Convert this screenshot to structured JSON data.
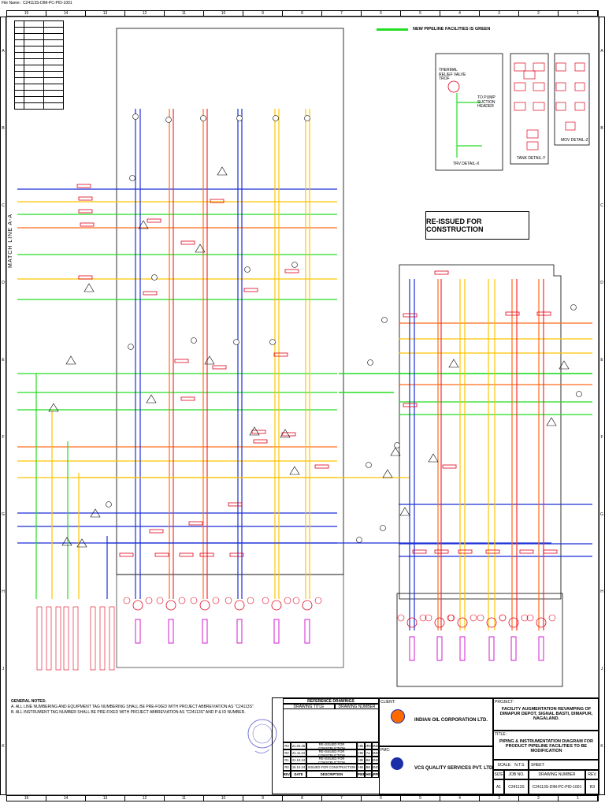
{
  "file_name": "File Name : C24113S-DIM-PC-PID-1001",
  "zones": [
    "15",
    "14",
    "13",
    "12",
    "11",
    "10",
    "9",
    "8",
    "7",
    "6",
    "5",
    "4",
    "3",
    "2",
    "1"
  ],
  "rows": [
    "A",
    "B",
    "C",
    "D",
    "E",
    "F",
    "G",
    "H",
    "J",
    "K"
  ],
  "match_line": "MATCH LINE A-A",
  "legend": {
    "new_pipeline": "NEW PIPELINE FACILITIES IS GREEN"
  },
  "status_banner": "RE-ISSUED FOR CONSTRUCTION",
  "detail_labels": {
    "thermal": "THERMAL RELIEF VALVE TROF",
    "to_pump": "TO PUMP SUCTION HEADER",
    "trv_detail": "TRV DETAIL-X",
    "tank_detail": "TANK DETAIL-Y",
    "mov_detail": "MOV DETAIL-Z"
  },
  "general_notes": {
    "heading": "GENERAL NOTES:",
    "items": [
      "A.  ALL LINE NUMBERING AND EQUIPMENT TAG NUMBERING SHALL BE PRE-FIXED WITH PROJECT ABBREVIATION AS \"C24113S\".",
      "B.  ALL INSTRUMENT TAG NUMBER SHALL BE PRE-FIXED WITH PROJECT ABBREVIATION AS \"C24113S\" AND P & ID NUMBER."
    ]
  },
  "title_block": {
    "reference_drawings": "REFERENCE DRAWINGS",
    "drawing_title": "DRAWING TITLE",
    "drawing_number": "DRAWING NUMBER",
    "client_label": "CLIENT:",
    "client": "INDIAN OIL CORPORATION LTD.",
    "pmc_label": "PMC:",
    "pmc": "VCS QUALITY SERVICES PVT. LTD.",
    "project_label": "PROJECT:",
    "project": "FACILITY AUGMENTATION REVAMPING OF DIMAPUR DEPOT, SIGNAL BASTI, DIMAPUR, NAGALAND.",
    "title_label": "TITLE:",
    "title": "PIPING & INSTRUMENTATION DIAGRAM FOR PRODUCT PIPELINE FACILITIES TO BE MODIFICATION",
    "scale_label": "SCALE:",
    "scale": "N.T.S",
    "sheet_label": "SHEET:",
    "size_label": "SIZE",
    "size": "A1",
    "job_label": "JOB NO.",
    "job": "C24113S",
    "dwg_label": "DRAWING NUMBER",
    "dwg": "C24113S-DIM-PC-PID-1001",
    "rev_label": "REV.",
    "rev": "R3",
    "revisions": [
      {
        "rev": "R3",
        "date": "21.04.25",
        "desc": "RE-ISSUED FOR CONSTRUCTION",
        "prep": "HB",
        "chkd": "VRG",
        "appd": "BND"
      },
      {
        "rev": "R2",
        "date": "21.11.24",
        "desc": "RE-ISSUED FOR CONSTRUCTION",
        "prep": "HB",
        "chkd": "AL",
        "appd": "BND"
      },
      {
        "rev": "R1",
        "date": "21.10.24",
        "desc": "RE-ISSUED FOR CONSTRUCTION",
        "prep": "HB",
        "chkd": "BK",
        "appd": "BND"
      },
      {
        "rev": "R0",
        "date": "16.10.24",
        "desc": "ISSUED FOR CONSTRUCTION",
        "prep": "HB",
        "chkd": "BK",
        "appd": "BND"
      }
    ],
    "rev_headers": {
      "rev": "REV.",
      "date": "DATE",
      "desc": "DESCRIPTION",
      "prep": "PREP",
      "chkd": "CHKD",
      "appd": "APPD"
    }
  },
  "colors": {
    "green": "#22dd22",
    "blue": "#1a2fd6",
    "orange": "#ff6a1a",
    "red": "#ff2a2a",
    "yellow": "#ffc400",
    "tag_red": "#e0001a",
    "magenta": "#d21ed2"
  }
}
